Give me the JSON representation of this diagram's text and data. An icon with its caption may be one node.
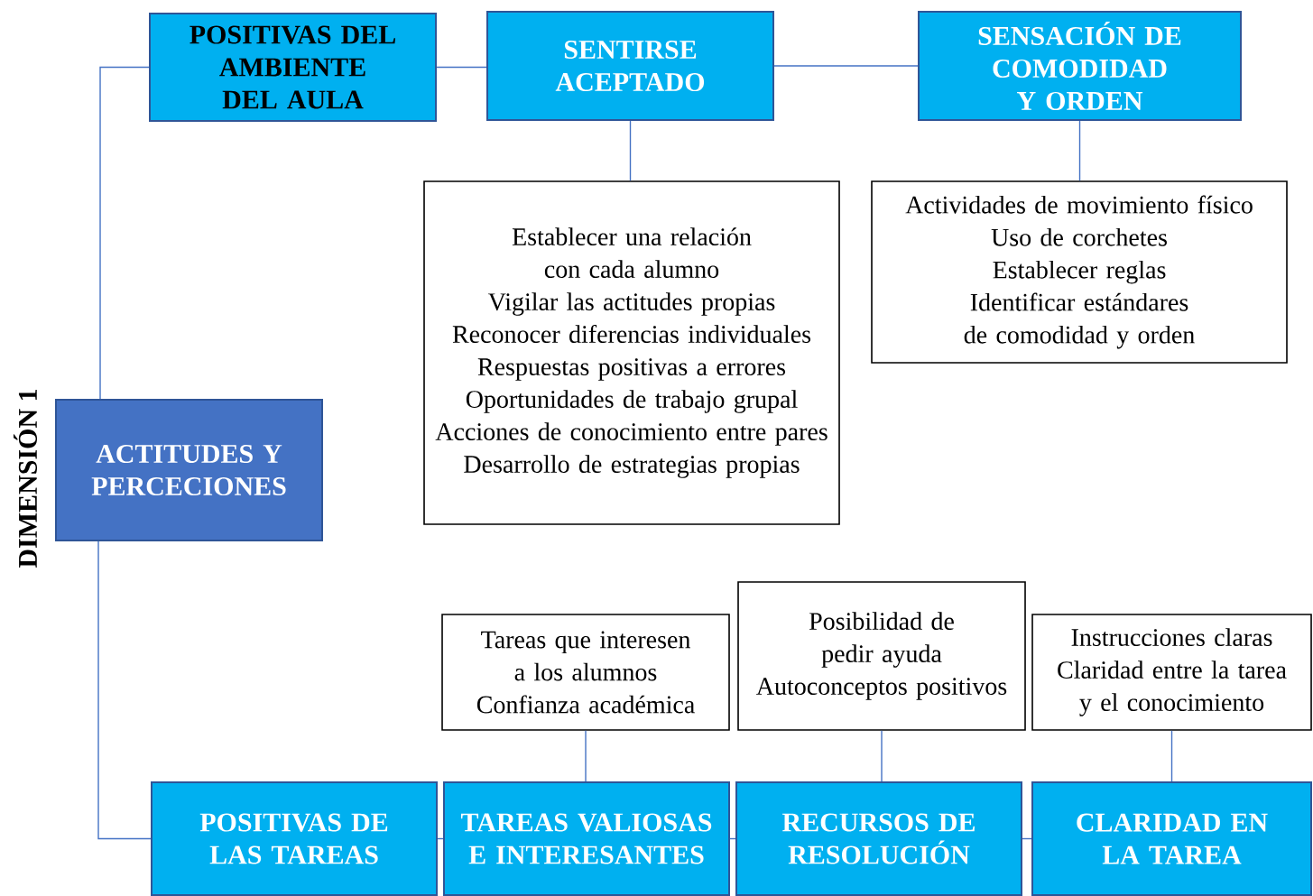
{
  "diagram": {
    "nodes": [
      {
        "text": [
          "ACTITUDES Y PERCECIONES"
        ]
      },
      {
        "text": [
          "POSITIVAS DEL AMBIENTE DEL AULA"
        ]
      },
      {
        "text": [
          "SENTIRSE ACEPTADO"
        ]
      },
      {
        "text": [
          "SENSACIÓN DE COMODIDAD Y ORDEN"
        ]
      },
      {
        "text": [
          "Establecer una relación con cada alumno",
          "Vigilar las actitudes propias",
          "Reconocer diferencias individuales",
          "Respuestas positivas a errores",
          "Oportunidades de trabajo grupal",
          "Acciones de conocimiento entre pares",
          "Desarrollo de estrategias propias"
        ]
      },
      {
        "text": [
          "Actividades de movimiento físico",
          "Uso de corchetes",
          "Establecer reglas",
          "Identificar estándares de comodidad y orden"
        ]
      },
      {
        "text": [
          "Tareas que interesen a los alumnos",
          "Confianza académica"
        ]
      },
      {
        "text": [
          "Posibilidad de pedir ayuda",
          "Autoconceptos positivos"
        ]
      },
      {
        "text": [
          "Instrucciones claras",
          "Claridad entre la tarea y el conocimiento"
        ]
      },
      {
        "text": [
          "POSITIVAS DE LAS TAREAS"
        ]
      },
      {
        "text": [
          "TAREAS VALIOSAS E INTERESANTES"
        ]
      },
      {
        "text": [
          "RECURSOS DE RESOLUCIÓN"
        ]
      },
      {
        "text": [
          "CLARIDAD EN LA TAREA"
        ]
      }
    ],
    "edges": [
      {
        "from": 0,
        "to": 1,
        "arrow": "none"
      },
      {
        "from": 1,
        "to": 2,
        "arrow": "none"
      },
      {
        "from": 2,
        "to": 3,
        "arrow": "none"
      },
      {
        "from": 2,
        "to": 4,
        "arrow": "none"
      },
      {
        "from": 3,
        "to": 5,
        "arrow": "none"
      },
      {
        "from": 0,
        "to": 9,
        "arrow": "none"
      },
      {
        "from": 9,
        "to": 10,
        "arrow": "none"
      },
      {
        "from": 10,
        "to": 11,
        "arrow": "none"
      },
      {
        "from": 11,
        "to": 12,
        "arrow": "none"
      },
      {
        "from": 6,
        "to": 10,
        "arrow": "none"
      },
      {
        "from": 7,
        "to": 11,
        "arrow": "none"
      },
      {
        "from": 8,
        "to": 12,
        "arrow": "none"
      }
    ],
    "labels": [
      "DIMENSIÓN 1"
    ]
  }
}
